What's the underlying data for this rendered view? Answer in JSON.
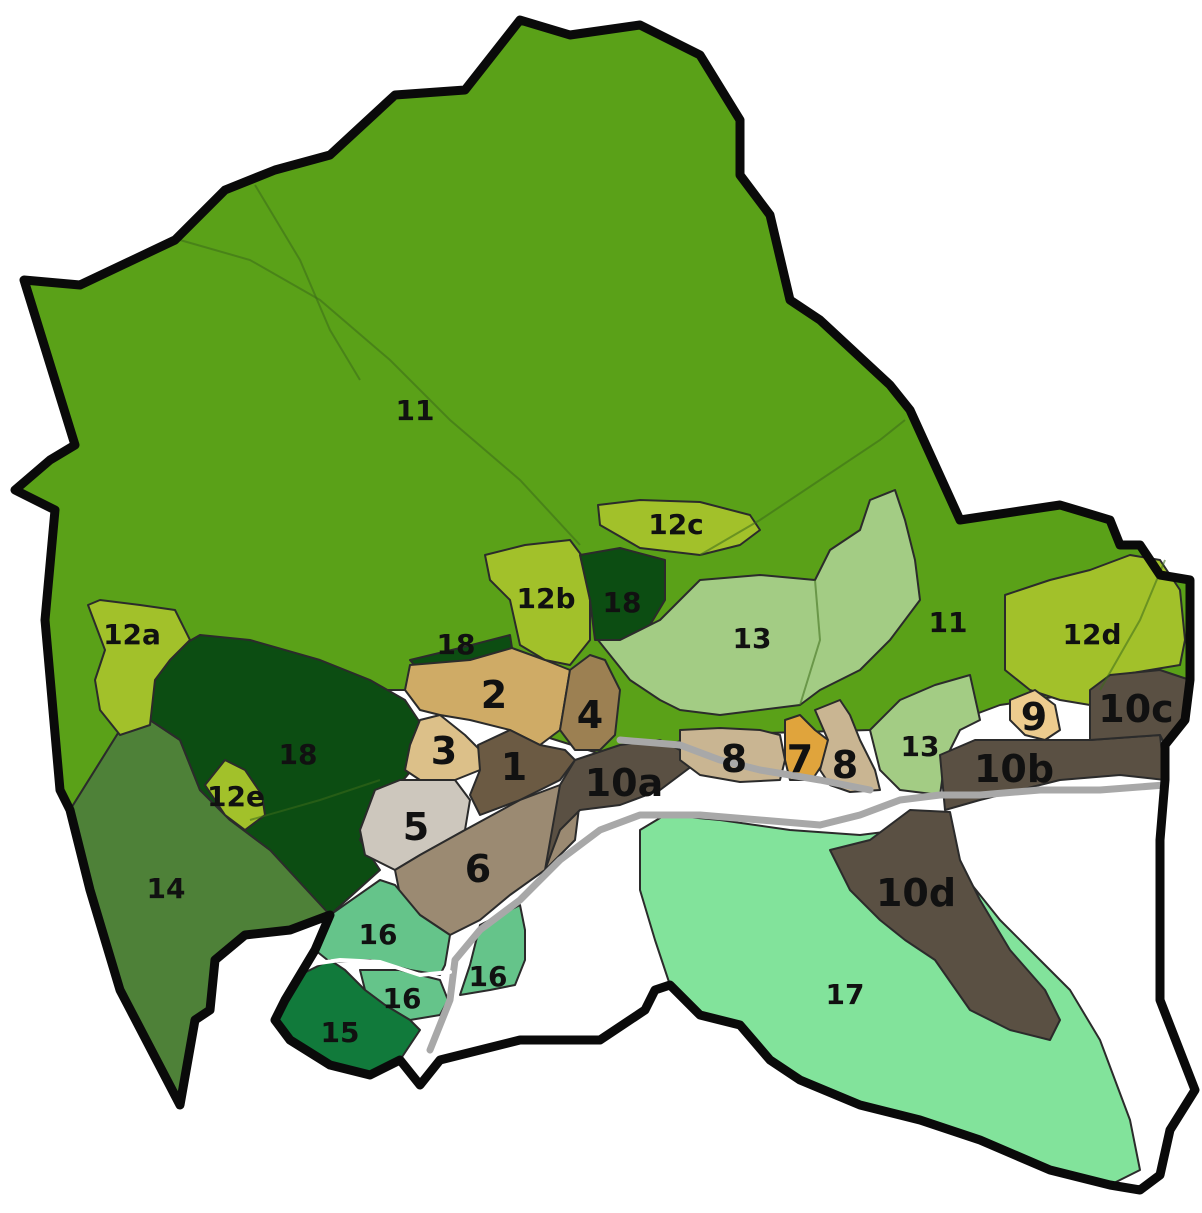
{
  "map": {
    "zones": [
      {
        "id": "11-north",
        "label": "11",
        "color": "#5aa118"
      },
      {
        "id": "11-east",
        "label": "11",
        "color": "#5aa118"
      },
      {
        "id": "12a",
        "label": "12a",
        "color": "#a2c12a"
      },
      {
        "id": "12b",
        "label": "12b",
        "color": "#a2c12a"
      },
      {
        "id": "12c",
        "label": "12c",
        "color": "#a2c12a"
      },
      {
        "id": "12d",
        "label": "12d",
        "color": "#a2c12a"
      },
      {
        "id": "12e",
        "label": "12e",
        "color": "#a2c12a"
      },
      {
        "id": "18-west",
        "label": "18",
        "color": "#0c4d12"
      },
      {
        "id": "18-north",
        "label": "18",
        "color": "#0c4d12"
      },
      {
        "id": "18-strip",
        "label": "18",
        "color": "#0c4d12"
      },
      {
        "id": "13-north",
        "label": "13",
        "color": "#a3cc84"
      },
      {
        "id": "13-east",
        "label": "13",
        "color": "#a3cc84"
      },
      {
        "id": "14",
        "label": "14",
        "color": "#4e8138"
      },
      {
        "id": "15",
        "label": "15",
        "color": "#117a3b"
      },
      {
        "id": "16-north",
        "label": "16",
        "color": "#65c48a"
      },
      {
        "id": "16-east",
        "label": "16",
        "color": "#65c48a"
      },
      {
        "id": "16-south",
        "label": "16",
        "color": "#65c48a"
      },
      {
        "id": "17",
        "label": "17",
        "color": "#82e39b"
      },
      {
        "id": "1",
        "label": "1",
        "color": "#6b5a43"
      },
      {
        "id": "2",
        "label": "2",
        "color": "#cfab66"
      },
      {
        "id": "3",
        "label": "3",
        "color": "#dcc089"
      },
      {
        "id": "4",
        "label": "4",
        "color": "#9c8052"
      },
      {
        "id": "5",
        "label": "5",
        "color": "#cdc7bd"
      },
      {
        "id": "6",
        "label": "6",
        "color": "#9b8a72"
      },
      {
        "id": "7",
        "label": "7",
        "color": "#e0a43c"
      },
      {
        "id": "8-west",
        "label": "8",
        "color": "#c9b592"
      },
      {
        "id": "8-east",
        "label": "8",
        "color": "#c9b592"
      },
      {
        "id": "9",
        "label": "9",
        "color": "#edcc8e"
      },
      {
        "id": "10a",
        "label": "10a",
        "color": "#5a5043"
      },
      {
        "id": "10b",
        "label": "10b",
        "color": "#5a5043"
      },
      {
        "id": "10c",
        "label": "10c",
        "color": "#5a5043"
      },
      {
        "id": "10d",
        "label": "10d",
        "color": "#5a5043"
      }
    ]
  }
}
